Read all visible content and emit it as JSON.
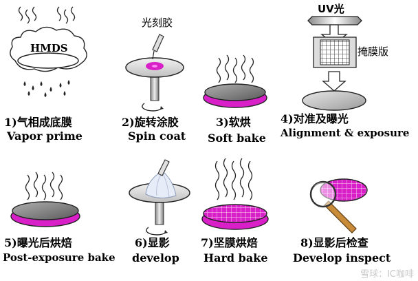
{
  "steps": [
    {
      "cn": "1)气相成底膜",
      "en": "Vapor prime"
    },
    {
      "cn": "2)旋转涂胶",
      "en": "Spin coat"
    },
    {
      "cn": "3)软烘",
      "en": "Soft bake"
    },
    {
      "cn": "4)对准及曝光",
      "en": "Alignment & exposure"
    },
    {
      "cn": "5)曝光后烘焙",
      "en": "Post-exposure bake"
    },
    {
      "cn": "6)显影",
      "en": "develop"
    },
    {
      "cn": "7)坚膜烘焙",
      "en": "Hard bake"
    },
    {
      "cn": "8)显影后检查",
      "en": "Develop inspect"
    }
  ],
  "labels": {
    "hmds": "HMDS",
    "photoresist": "光刻胶",
    "uv": "UV光",
    "mask": "掩膜版"
  },
  "watermark": "雪球：IC咖啡",
  "colors": {
    "resist": "#d81fc8",
    "wafer": "#c8c8c8",
    "plate": "#e4e4e4"
  }
}
